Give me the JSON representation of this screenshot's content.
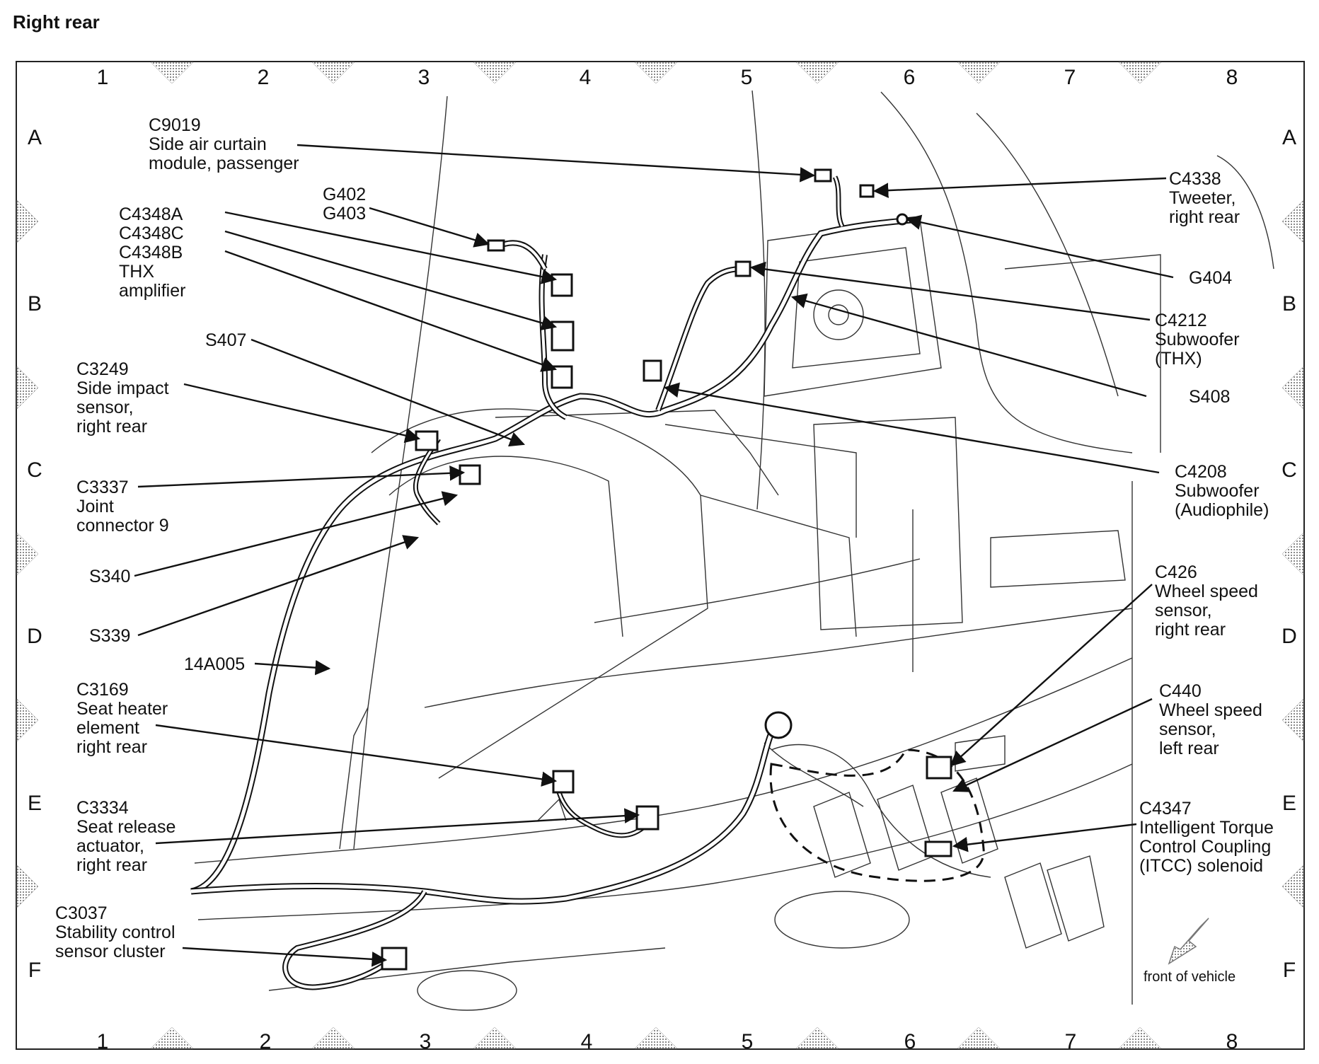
{
  "title": "Right rear",
  "grid": {
    "columns": [
      "1",
      "2",
      "3",
      "4",
      "5",
      "6",
      "7",
      "8"
    ],
    "rows": [
      "A",
      "B",
      "C",
      "D",
      "E",
      "F"
    ]
  },
  "labels": {
    "c9019": [
      "C9019",
      "Side air curtain",
      "module, passenger"
    ],
    "g402": [
      "G402",
      "G403"
    ],
    "c4348": [
      "C4348A",
      "C4348C",
      "C4348B",
      "THX",
      "amplifier"
    ],
    "s407": [
      "S407"
    ],
    "c3249": [
      "C3249",
      "Side impact",
      "sensor,",
      "right rear"
    ],
    "c3337": [
      "C3337",
      "Joint",
      "connector 9"
    ],
    "s340": [
      "S340"
    ],
    "s339": [
      "S339"
    ],
    "h14a005": [
      "14A005"
    ],
    "c3169": [
      "C3169",
      "Seat heater",
      "element",
      "right rear"
    ],
    "c3334": [
      "C3334",
      "Seat release",
      "actuator,",
      "right rear"
    ],
    "c3037": [
      "C3037",
      "Stability control",
      "sensor cluster"
    ],
    "c4338": [
      "C4338",
      "Tweeter,",
      "right rear"
    ],
    "g404": [
      "G404"
    ],
    "c4212": [
      "C4212",
      "Subwoofer",
      "(THX)"
    ],
    "s408": [
      "S408"
    ],
    "c4208": [
      "C4208",
      "Subwoofer",
      "(Audiophile)"
    ],
    "c426": [
      "C426",
      "Wheel speed",
      "sensor,",
      "right rear"
    ],
    "c440": [
      "C440",
      "Wheel speed",
      "sensor,",
      "left rear"
    ],
    "c4347": [
      "C4347",
      "Intelligent Torque",
      "Control Coupling",
      "(ITCC) solenoid"
    ]
  },
  "front_of_vehicle": "front of vehicle"
}
